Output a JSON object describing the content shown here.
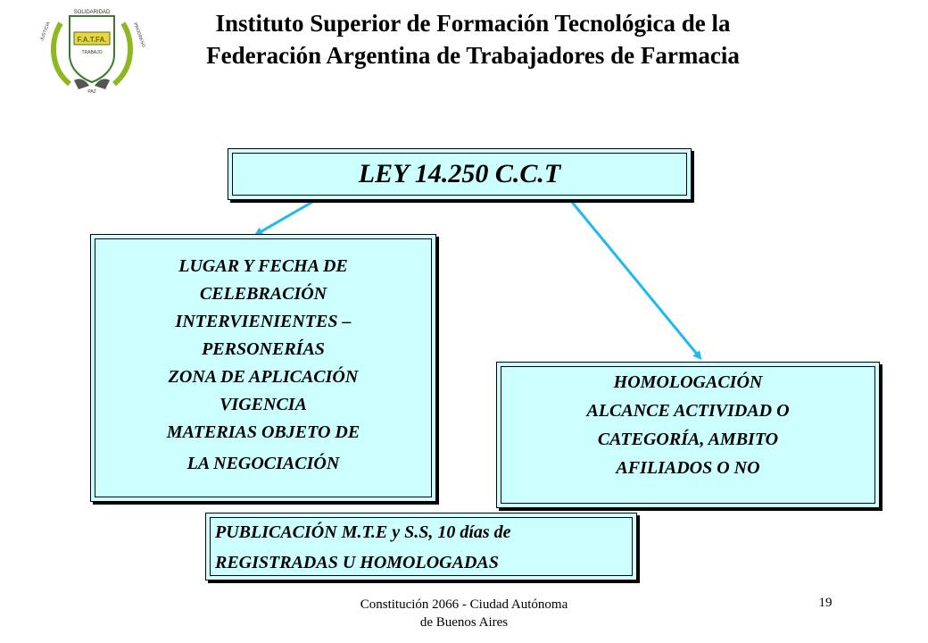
{
  "header": {
    "title_lines": [
      "Instituto Superior de Formación Tecnológica de la",
      "Federación Argentina de Trabajadores de Farmacia"
    ],
    "logo": {
      "words": [
        "SOLIDARIDAD",
        "F.A.T.FA.",
        "TRABAJO",
        "PAZ",
        "PROGRESO",
        "JUSTICIA"
      ]
    }
  },
  "diagram": {
    "root": {
      "label": "LEY 14.250 C.C.T"
    },
    "left_node": {
      "lines": [
        "LUGAR Y FECHA DE",
        "CELEBRACIÓN",
        "INTERVIENIENTES –",
        "PERSONERÍAS",
        "ZONA DE APLICACIÓN",
        "VIGENCIA",
        "MATERIAS OBJETO DE",
        "LA NEGOCIACIÓN"
      ]
    },
    "right_node": {
      "lines": [
        "HOMOLOGACIÓN",
        "ALCANCE ACTIVIDAD O",
        "CATEGORÍA, AMBITO",
        "AFILIADOS O NO"
      ]
    },
    "bottom_node": {
      "lines": [
        "PUBLICACIÓN M.T.E y S.S, 10 días de",
        "REGISTRADAS U HOMOLOGADAS"
      ]
    },
    "colors": {
      "box_fill": "#ccffff",
      "arrow": "#1fb8f0"
    }
  },
  "footer": {
    "text_lines": [
      "Constitución 2066 - Ciudad Autónoma",
      "de Buenos Aires"
    ],
    "page_number": "19"
  }
}
